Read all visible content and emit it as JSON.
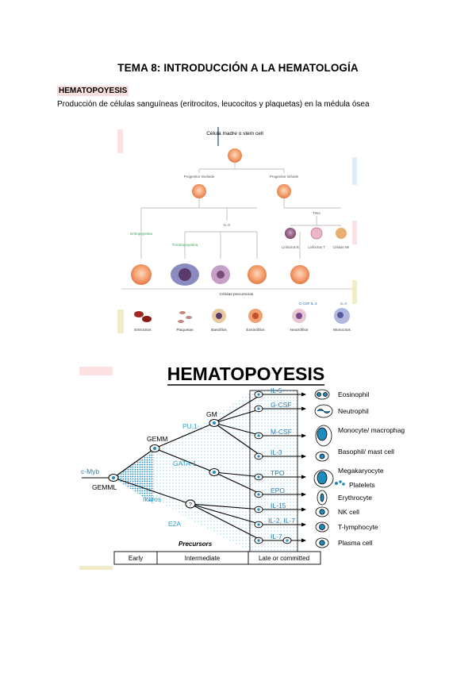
{
  "document": {
    "title": "TEMA 8: INTRODUCCIÓN A LA HEMATOLOGÍA",
    "section_heading": "HEMATOPOYESIS",
    "paragraph": "Producción de células sanguíneas (eritrocitos, leucocitos y plaquetas) en la médula ósea"
  },
  "figure1": {
    "stem_cell_label": "Célula madre o stem cell",
    "myeloid_progenitor": "Progenitor mieloide",
    "lymphoid_progenitor": "Progenitor linfoide",
    "erythropoietin": "Eritropoyetina",
    "thrombopoietin": "Trombopoyetina",
    "il3": "IL-3",
    "thymus": "Timo",
    "lymph_b": "Linfocitos B",
    "lymph_t": "Linfocitos T",
    "nk": "Células NK",
    "precursors": "Células precursoras",
    "gcsf": "G-CSF IL-3",
    "il3b": "IL-3",
    "final_cells": [
      "Eritrocitos",
      "Plaquetas",
      "Basófilos",
      "Eosinófilos",
      "Neutrófilos",
      "Monocitos"
    ]
  },
  "figure2": {
    "title": "HEMATOPOYESIS",
    "cmyb": "c-Myb",
    "gemml": "GEMML",
    "gemm": "GEMM",
    "gm": "GM",
    "pu1": "PU.1",
    "gata1": "GATA-1",
    "ikaros": "Ikaros",
    "e2a": "E2A",
    "question": "?",
    "factors": [
      "IL-5",
      "G-CSF",
      "M-CSF",
      "IL-3",
      "TPO",
      "EPO",
      "IL-15",
      "IL-2, IL-7",
      "IL-7"
    ],
    "cells": [
      "Eosinophil",
      "Neutrophil",
      "Monocyte/ macrophage",
      "Basophil/ mast cell",
      "Megakaryocyte",
      "Platelets",
      "Erythrocyte",
      "NK cell",
      "T-lymphocyte",
      "Plasma cell"
    ],
    "precursors": "Precursors",
    "stages": [
      "Early",
      "Intermediate",
      "Late or committed"
    ]
  }
}
